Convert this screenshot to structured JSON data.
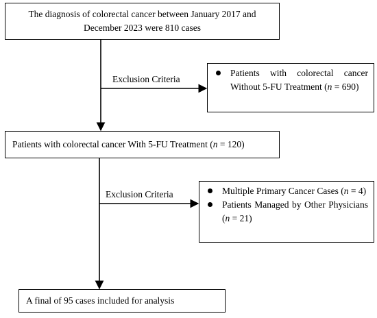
{
  "flowchart": {
    "start": "The diagnosis of colorectal cancer between January 2017 and December 2023 were 810 cases",
    "exclusion1": {
      "label": "Exclusion Criteria",
      "items": [
        {
          "pre": "Patients with colorectal cancer Without 5-FU Treatment (",
          "n_symbol": "n",
          "post": " = 690)"
        }
      ]
    },
    "with_5fu": {
      "pre": "Patients with colorectal cancer With 5-FU Treatment (",
      "n_symbol": "n",
      "post": " = 120)"
    },
    "exclusion2": {
      "label": "Exclusion Criteria",
      "items": [
        {
          "pre": "Multiple Primary Cancer Cases (",
          "n_symbol": "n",
          "post": " = 4)"
        },
        {
          "pre": "Patients Managed by Other Physicians (",
          "n_symbol": "n",
          "post": " = 21)"
        }
      ]
    },
    "final": "A final of 95 cases included for analysis"
  }
}
